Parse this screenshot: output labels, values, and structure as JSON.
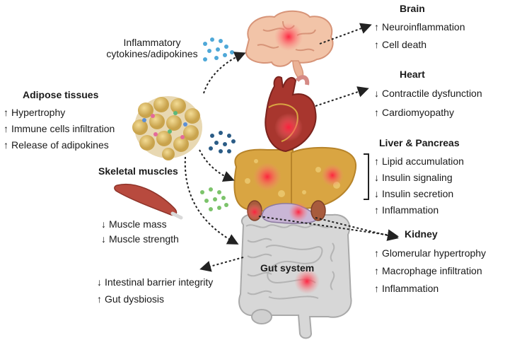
{
  "labels": {
    "cytokines": [
      "Inflammatory",
      "cytokines/adipokines"
    ],
    "adipose_title": "Adipose tissues",
    "adipose_items": [
      {
        "arrow": "up",
        "text": "Hypertrophy"
      },
      {
        "arrow": "up",
        "text": "Immune cells infiltration"
      },
      {
        "arrow": "up",
        "text": "Release of adipokines"
      }
    ],
    "skeletal_title": "Skeletal muscles",
    "skeletal_items": [
      {
        "arrow": "down",
        "text": "Muscle mass"
      },
      {
        "arrow": "down",
        "text": "Muscle strength"
      }
    ],
    "gut_effects": [
      {
        "arrow": "down",
        "text": "Intestinal barrier integrity"
      },
      {
        "arrow": "up",
        "text": "Gut dysbiosis"
      }
    ],
    "gut_title": "Gut system",
    "brain_title": "Brain",
    "brain_items": [
      {
        "arrow": "up",
        "text": "Neuroinflammation"
      },
      {
        "arrow": "up",
        "text": "Cell death"
      }
    ],
    "heart_title": "Heart",
    "heart_items": [
      {
        "arrow": "down",
        "text": "Contractile dysfunction"
      },
      {
        "arrow": "up",
        "text": "Cardiomyopathy"
      }
    ],
    "liver_title": "Liver & Pancreas",
    "liver_items": [
      {
        "arrow": "up",
        "text": "Lipid accumulation"
      },
      {
        "arrow": "down",
        "text": "Insulin signaling"
      },
      {
        "arrow": "down",
        "text": "Insulin secretion"
      },
      {
        "arrow": "up",
        "text": "Inflammation"
      }
    ],
    "kidney_title": "Kidney",
    "kidney_items": [
      {
        "arrow": "up",
        "text": "Glomerular hypertrophy"
      },
      {
        "arrow": "up",
        "text": "Macrophage infiltration"
      },
      {
        "arrow": "up",
        "text": "Inflammation"
      }
    ]
  },
  "icons": {
    "up": "↑",
    "down": "↓",
    "organs": [
      "brain-icon",
      "heart-icon",
      "liver-icon",
      "pancreas-icon",
      "kidney-icon",
      "intestine-icon",
      "adipose-tissue-icon",
      "muscle-icon"
    ]
  },
  "colors": {
    "highlight_red": "#ff2a3c",
    "dot_blue": "#4fa8d8",
    "dot_navy": "#2b5c86",
    "dot_green": "#7cc36b",
    "arrow": "#222222"
  }
}
